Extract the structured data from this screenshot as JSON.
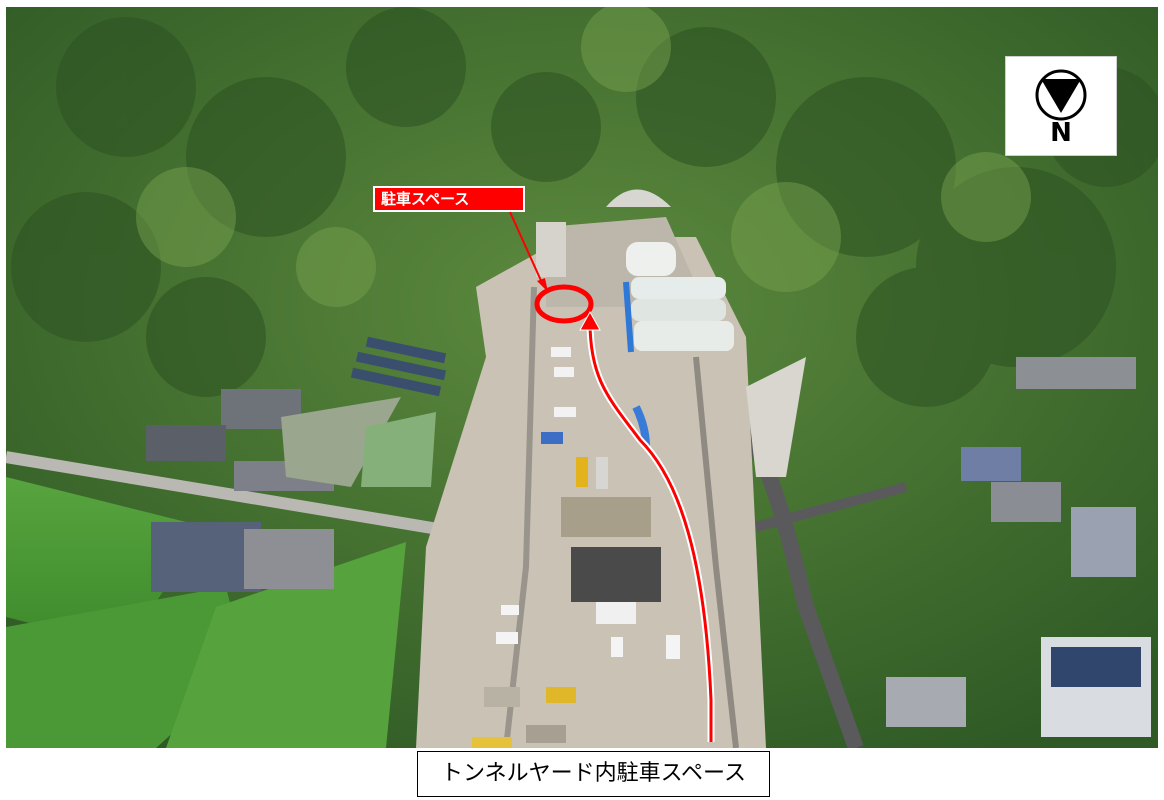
{
  "photo": {
    "subject": "aerial-photo-tunnel-construction-yard"
  },
  "labels": {
    "parking": "駐車スペース",
    "caption": "トンネルヤード内駐車スペース"
  },
  "north_arrow": {
    "letter": "N",
    "icon": "north-arrow-icon"
  },
  "colors": {
    "annotation": "#ff0000",
    "label_text": "#ffffff",
    "forest": "#3f6b30",
    "field": "#4f9a3a"
  }
}
